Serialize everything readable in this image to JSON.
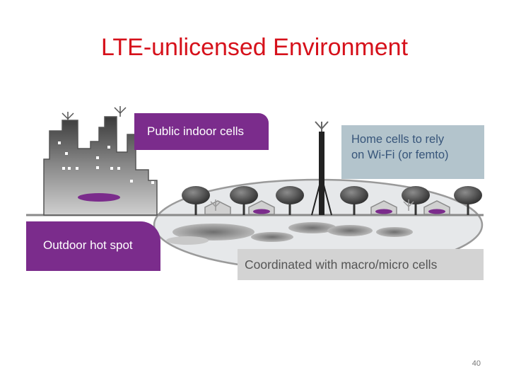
{
  "slide": {
    "title": "LTE-unlicensed Environment",
    "page_number": "40"
  },
  "labels": {
    "public_indoor": "Public indoor cells",
    "home_cells_line1": "Home cells to rely",
    "home_cells_line2": "on Wi-Fi (or femto)",
    "outdoor_hotspot": "Outdoor hot spot",
    "coordinated": "Coordinated with macro/micro cells"
  },
  "colors": {
    "title": "#d6111b",
    "purple": "#7b2c8c",
    "blue_grey": "#b3c4cc",
    "light_grey": "#d3d3d3"
  }
}
